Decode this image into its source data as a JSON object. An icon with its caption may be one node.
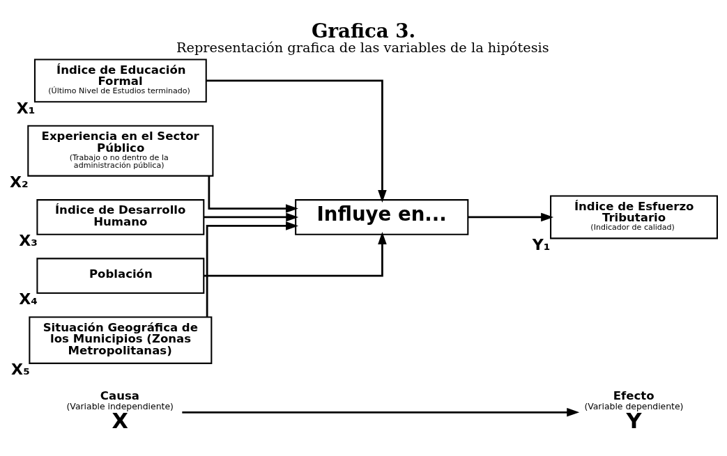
{
  "diagram": {
    "title": "Grafica 3.",
    "caption": "Representación grafica de las variables de la hipótesis",
    "nodes": [
      {
        "text": [
          "X"
        ],
        "beside": [
          "Causa",
          "(Variable independiente)"
        ]
      },
      {
        "text": [
          "Y"
        ],
        "beside": [
          "Efecto",
          "(Variable dependiente)"
        ]
      },
      {
        "text": [
          "Índice de Educación Formal",
          "(Último Nivel de Estudios terminado)"
        ],
        "beside": [
          "X₁"
        ]
      },
      {
        "text": [
          "Experiencia en el Sector Público",
          "(Trabajo o no dentro de la administración pública)"
        ],
        "beside": [
          "X₂"
        ]
      },
      {
        "text": [
          "Índice de Desarrollo Humano"
        ],
        "beside": [
          "X₃"
        ]
      },
      {
        "text": [
          "Población"
        ],
        "beside": [
          "X₄"
        ]
      },
      {
        "text": [
          "Situación Geográfica de los Municipios (Zonas Metropolitanas)"
        ],
        "beside": [
          "X₅"
        ]
      },
      {
        "text": [
          "Influye en..."
        ]
      },
      {
        "text": [
          "Índice de Esfuerzo Tributario",
          "(Indicador de calidad)"
        ],
        "beside": [
          "Y₁"
        ]
      }
    ],
    "edges": [
      {
        "from": 0,
        "to": 1,
        "arrow": "to"
      },
      {
        "from": 2,
        "to": 7,
        "arrow": "to"
      },
      {
        "from": 3,
        "to": 7,
        "arrow": "to"
      },
      {
        "from": 4,
        "to": 7,
        "arrow": "to"
      },
      {
        "from": 5,
        "to": 7,
        "arrow": "to"
      },
      {
        "from": 6,
        "to": 7,
        "arrow": "to"
      },
      {
        "from": 7,
        "to": 8,
        "arrow": "to"
      }
    ]
  }
}
